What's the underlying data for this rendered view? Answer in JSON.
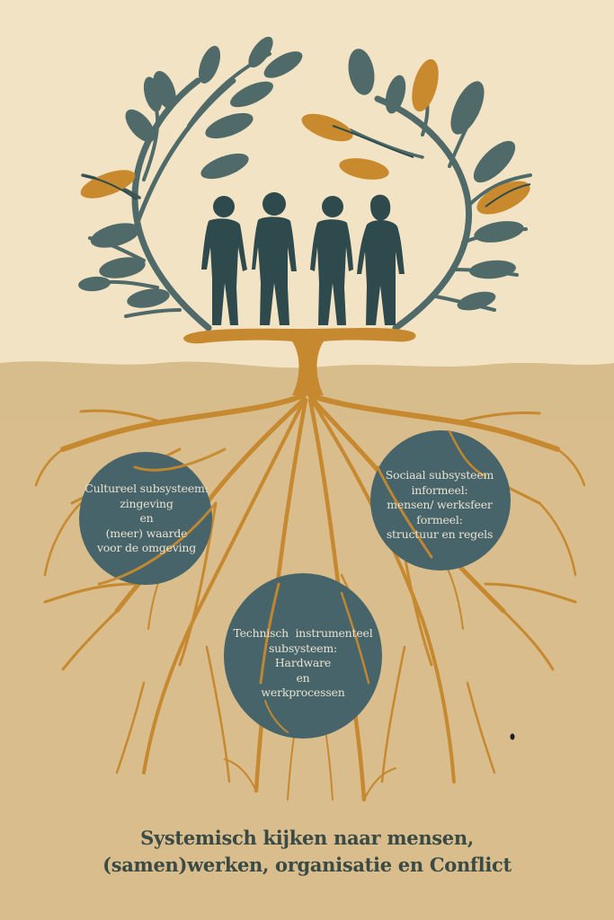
{
  "colors": {
    "sky": "#f2e3c4",
    "soil": "#d9bd8c",
    "soil_band": "#dcc49a",
    "root": "#c7892f",
    "leaf_teal": "#4f6a68",
    "leaf_ochre": "#c98a2e",
    "figure": "#2f4a4c",
    "circle": "#46646a",
    "circle_text": "#e9e2cf",
    "title_text": "#3a4a45"
  },
  "illustration": {
    "description": "Tree with foliage arching around four human silhouettes standing on the trunk; roots spread underground around three subsystem circles",
    "people_count": 4
  },
  "subsystems": {
    "cultural": {
      "lines": [
        "Cultureel subsysteem:",
        "zingeving",
        "en",
        "(meer) waarde",
        "voor de omgeving"
      ]
    },
    "social": {
      "lines": [
        "Sociaal subsysteem",
        "informeel:",
        "mensen/ werksfeer",
        "formeel:",
        "structuur en regels"
      ]
    },
    "technical": {
      "lines": [
        "Technisch  instrumenteel",
        "subsysteem:",
        "Hardware",
        "en",
        "werkprocessen"
      ]
    }
  },
  "title": {
    "line1": "Systemisch kijken naar mensen,",
    "line2": "(samen)werken, organisatie en Conflict"
  }
}
